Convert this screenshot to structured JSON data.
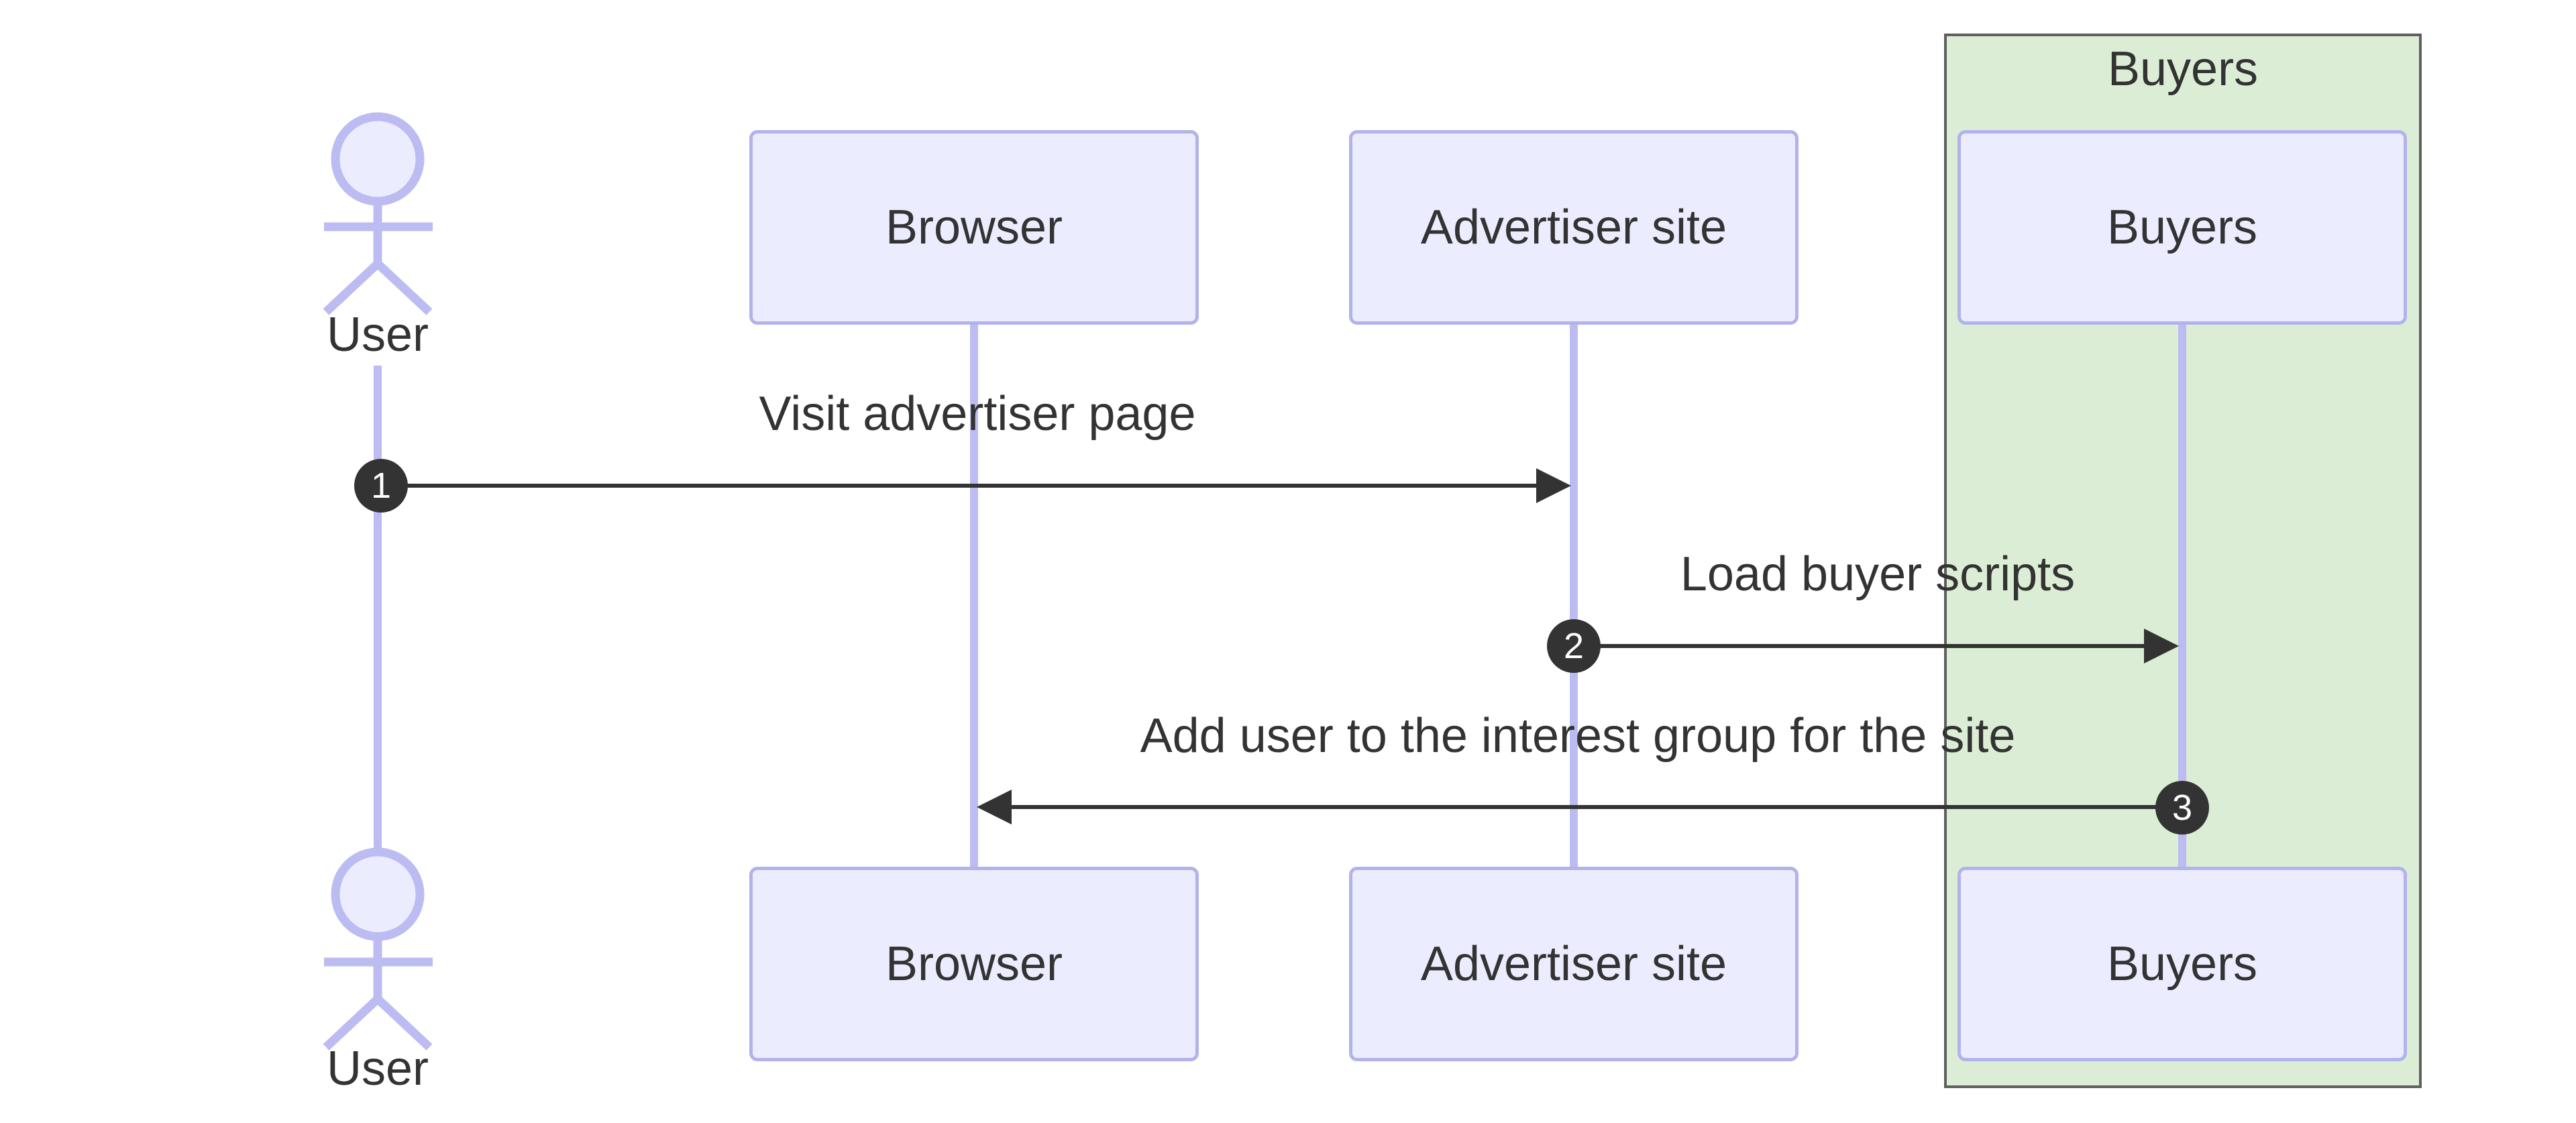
{
  "diagram": {
    "type": "sequence-diagram",
    "background_color": "#ffffff",
    "colors": {
      "participant_fill": "#ececff",
      "participant_border": "#b2b2ec",
      "lifeline": "#bcbcf2",
      "group_fill": "#dcedd5",
      "group_border": "#5f5f5f",
      "text": "#333333",
      "arrow": "#333333",
      "badge_fill": "#333333",
      "badge_text": "#ffffff"
    },
    "actor": {
      "label": "User"
    },
    "participants": [
      {
        "label": "Browser"
      },
      {
        "label": "Advertiser site"
      },
      {
        "label": "Buyers"
      }
    ],
    "group": {
      "label": "Buyers"
    },
    "messages": [
      {
        "number": "1",
        "label": "Visit advertiser page",
        "from": "User",
        "to": "Advertiser site"
      },
      {
        "number": "2",
        "label": "Load buyer scripts",
        "from": "Advertiser site",
        "to": "Buyers"
      },
      {
        "number": "3",
        "label": "Add user to the interest group for the site",
        "from": "Buyers",
        "to": "Browser"
      }
    ]
  }
}
